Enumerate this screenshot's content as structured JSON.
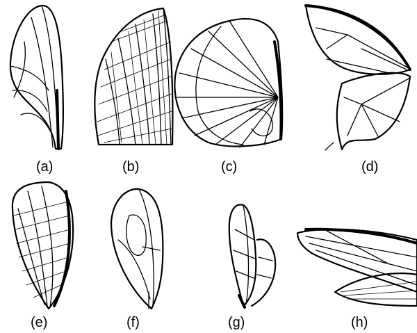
{
  "labels": {
    "a": "(a)",
    "b": "(b)",
    "c": "(c)",
    "d": "(d)",
    "e": "(e)",
    "f": "(f)",
    "g": "(g)",
    "h": "(h)"
  }
}
